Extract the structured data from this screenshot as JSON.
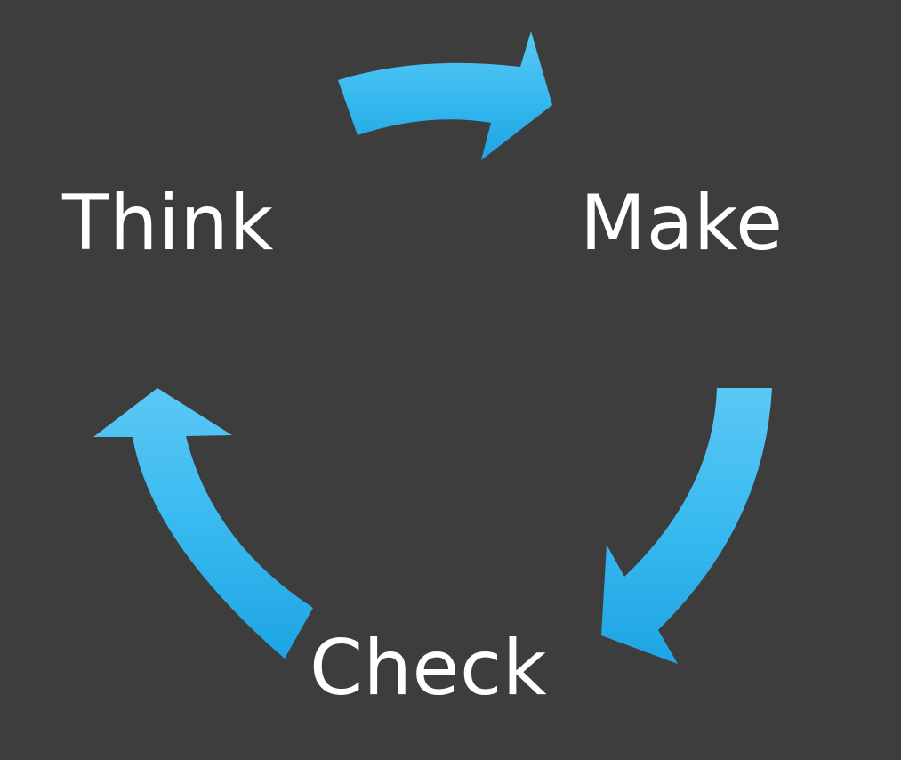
{
  "cycle": {
    "steps": [
      {
        "label": "Think"
      },
      {
        "label": "Make"
      },
      {
        "label": "Check"
      }
    ],
    "arrow_color_top": "#5bc8f5",
    "arrow_color_bottom": "#1ea4e3",
    "background_color": "#3d3d3d",
    "text_color": "#ffffff"
  }
}
